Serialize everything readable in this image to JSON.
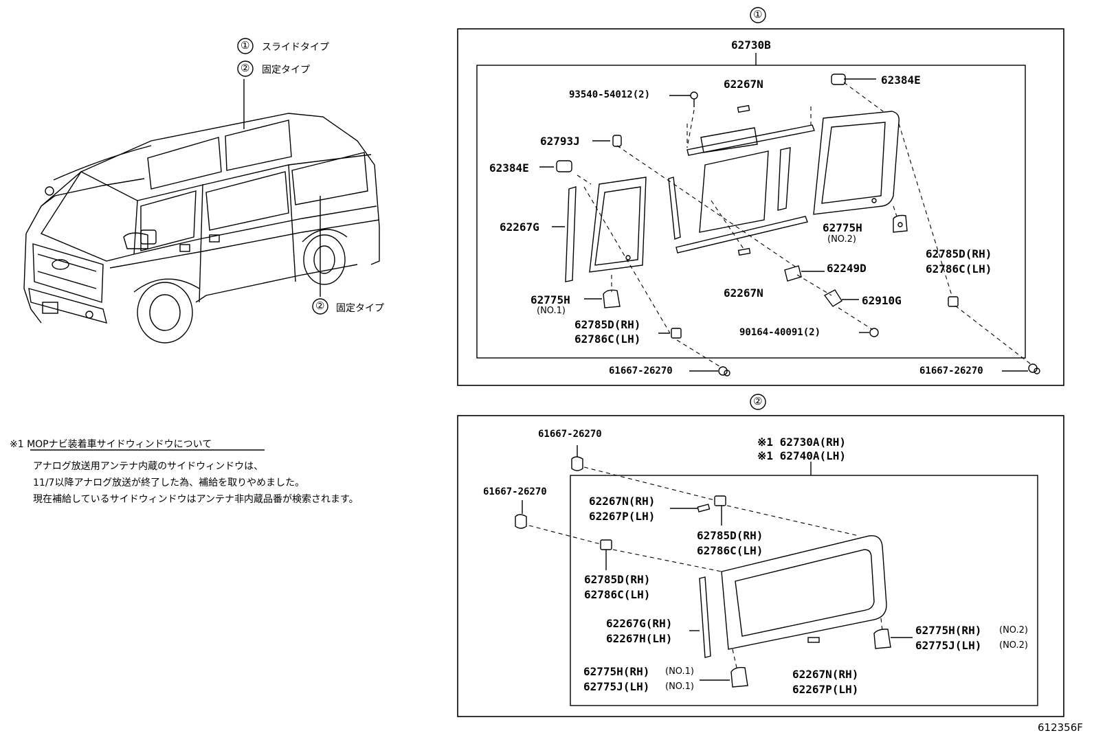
{
  "legend": {
    "slide": {
      "num": "①",
      "label": "スライドタイプ"
    },
    "fixed": {
      "num": "②",
      "label": "固定タイプ"
    },
    "fixed_callout": {
      "num": "②",
      "label": "固定タイプ"
    }
  },
  "note": {
    "heading": "※1 MOPナビ装着車サイドウィンドウについて",
    "lines": [
      "アナログ放送用アンテナ内蔵のサイドウィンドウは、",
      "11/7以降アナログ放送が終了した為、補給を取りやめました。",
      "現在補給しているサイドウィンドウはアンテナ非内蔵品番が検索されます。"
    ]
  },
  "section1": {
    "marker": "①",
    "assembly": "62730B",
    "parts": {
      "screw": "93540-54012(2)",
      "strip_top": "62267N",
      "stopper_right": "62384E",
      "bracket": "62793J",
      "stopper_left": "62384E",
      "strip_left": "62267G",
      "pad_left": "62775H",
      "pad_left_note": "(NO.1)",
      "clip_left_rh": "62785D(RH)",
      "clip_left_lh": "62786C(LH)",
      "pad_right": "62775H",
      "pad_right_note": "(NO.2)",
      "plate": "62249D",
      "strip_bottom": "62267N",
      "latch": "62910G",
      "screw2": "90164-40091(2)",
      "clip_right_rh": "62785D(RH)",
      "clip_right_lh": "62786C(LH)",
      "nut_left": "61667-26270",
      "nut_right": "61667-26270"
    }
  },
  "section2": {
    "marker": "②",
    "assembly_rh": "※1 62730A(RH)",
    "assembly_lh": "※1 62740A(LH)",
    "parts": {
      "nut_top": "61667-26270",
      "nut_left": "61667-26270",
      "strip_rh": "62267N(RH)",
      "strip_lh": "62267P(LH)",
      "clip_top_rh": "62785D(RH)",
      "clip_top_lh": "62786C(LH)",
      "clip_left_rh": "62785D(RH)",
      "clip_left_lh": "62786C(LH)",
      "mold_rh": "62267G(RH)",
      "mold_lh": "62267H(LH)",
      "pad_right_rh": "62775H(RH)",
      "pad_right_lh": "62775J(LH)",
      "pad_right_note": "(NO.2)",
      "pad_left_rh": "62775H(RH)",
      "pad_left_lh": "62775J(LH)",
      "pad_left_note": "(NO.1)",
      "strip_bottom_rh": "62267N(RH)",
      "strip_bottom_lh": "62267P(LH)"
    }
  },
  "diagram_code": "612356F"
}
